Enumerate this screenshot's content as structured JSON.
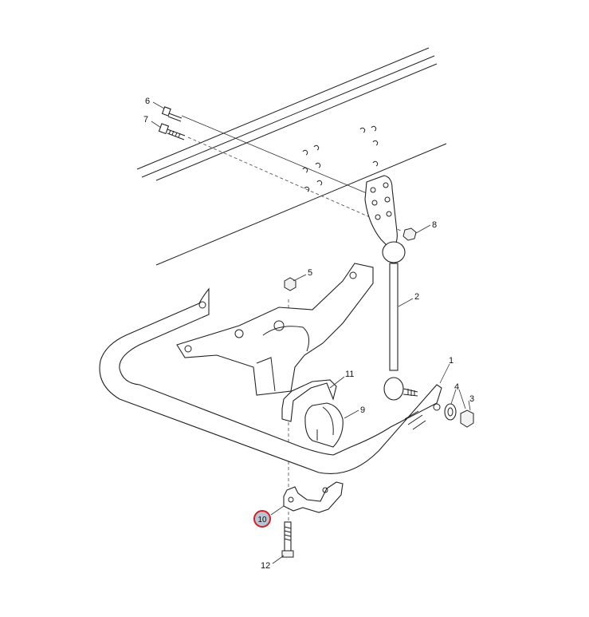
{
  "callouts": {
    "p1": "1",
    "p2": "2",
    "p3": "3",
    "p4": "4",
    "p5": "5",
    "p6": "6",
    "p7": "7",
    "p8": "8",
    "p9": "9",
    "p10": "10",
    "p11": "11",
    "p12": "12"
  },
  "highlight": {
    "color": "#d0202a",
    "fill": "#b9c4d0"
  }
}
